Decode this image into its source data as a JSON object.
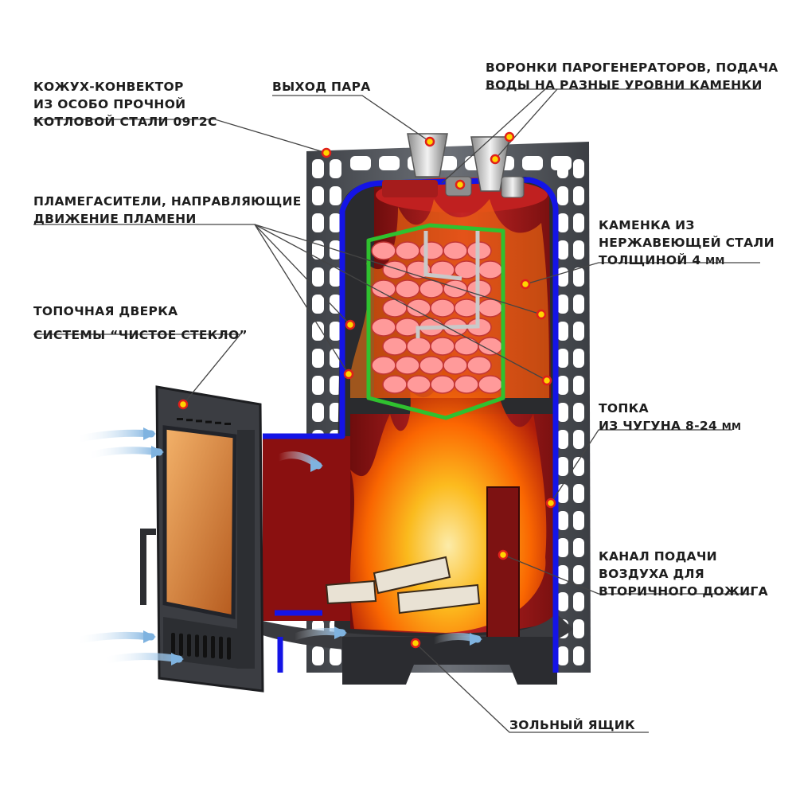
{
  "callouts": {
    "casing": [
      "КОЖУХ-КОНВЕКТОР",
      "ИЗ ОСОБО ПРОЧНОЙ",
      "КОТЛОВОЙ СТАЛИ 09Г2С"
    ],
    "steam_outlet": [
      "ВЫХОД ПАРА"
    ],
    "funnels": [
      "ВОРОНКИ ПАРОГЕНЕРАТОРОВ, ПОДАЧА",
      "ВОДЫ НА РАЗНЫЕ УРОВНИ КАМЕНКИ"
    ],
    "flame_dampers": [
      "ПЛАМЕГАСИТЕЛИ, НАПРАВЛЯЮЩИЕ",
      "ДВИЖЕНИЕ ПЛАМЕНИ"
    ],
    "stone_box": [
      "КАМЕНКА ИЗ",
      "НЕРЖАВЕЮЩЕЙ СТАЛИ",
      "ТОЛЩИНОЙ 4"
    ],
    "stone_box_unit": "ММ",
    "firebox_door": [
      "ТОПОЧНАЯ ДВЕРКА",
      "СИСТЕМЫ “ЧИСТОЕ СТЕКЛО”"
    ],
    "firebox": [
      "ТОПКА",
      "ИЗ ЧУГУНА 8-24"
    ],
    "firebox_unit": "ММ",
    "air_channel": [
      "КАНАЛ ПОДАЧИ",
      "ВОЗДУХА ДЛЯ",
      "ВТОРИЧНОГО ДОЖИГА"
    ],
    "ash_box": [
      "ЗОЛЬНЫЙ ЯЩИК"
    ]
  },
  "colors": {
    "leader_line": "#444444",
    "marker_fill": "#ffd400",
    "marker_ring": "#e0201a",
    "blue_outline": "#1414e6",
    "green_outline": "#2fc12f",
    "casing_steel": "#5a5d63",
    "firebox_red": "#a01a1a",
    "flame": "#ff8a00",
    "glass": "#e48a3c"
  }
}
